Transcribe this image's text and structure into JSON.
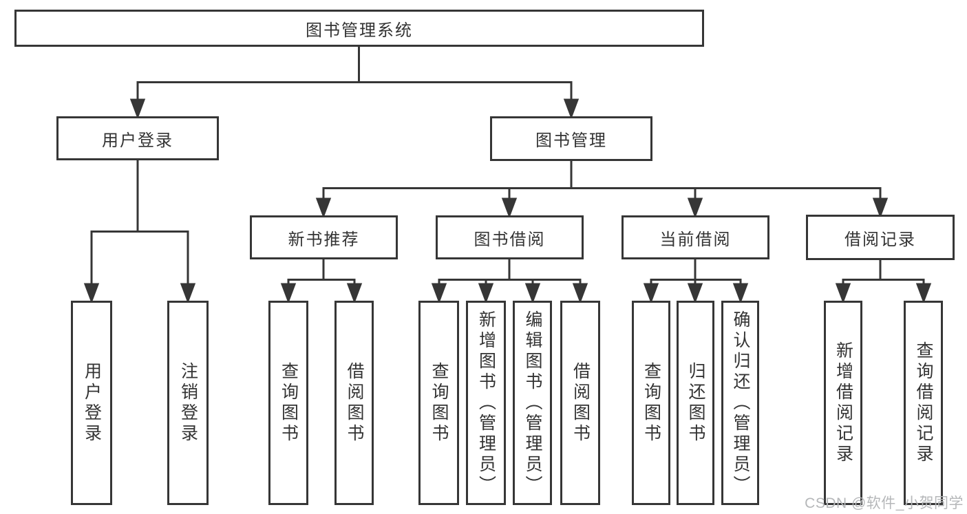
{
  "diagram": {
    "type": "hierarchy-tree",
    "background_color": "#ffffff",
    "line_color": "#363636",
    "text_color": "#333333",
    "watermark_color": "#b5b7b9",
    "nodes": {
      "root": "图书管理系统",
      "level1": [
        "用户登录",
        "图书管理"
      ],
      "level2": [
        "新书推荐",
        "图书借阅",
        "当前借阅",
        "借阅记录"
      ],
      "leaves": {
        "user_login": [
          "用户登录",
          "注销登录"
        ],
        "new_book": [
          "查询图书",
          "借阅图书"
        ],
        "book_borrow": [
          "查询图书",
          "新增图书（管理员）",
          "编辑图书（管理员）",
          "借阅图书"
        ],
        "current_borrow": [
          "查询图书",
          "归还图书",
          "确认归还（管理员）"
        ],
        "borrow_record": [
          "新增借阅记录",
          "查询借阅记录"
        ]
      }
    },
    "structure": [
      {
        "parent": "图书管理系统",
        "children": [
          "用户登录",
          "图书管理"
        ]
      },
      {
        "parent": "用户登录",
        "children": [
          "用户登录",
          "注销登录"
        ]
      },
      {
        "parent": "图书管理",
        "children": [
          "新书推荐",
          "图书借阅",
          "当前借阅",
          "借阅记录"
        ]
      },
      {
        "parent": "新书推荐",
        "children": [
          "查询图书",
          "借阅图书"
        ]
      },
      {
        "parent": "图书借阅",
        "children": [
          "查询图书",
          "新增图书（管理员）",
          "编辑图书（管理员）",
          "借阅图书"
        ]
      },
      {
        "parent": "当前借阅",
        "children": [
          "查询图书",
          "归还图书",
          "确认归还（管理员）"
        ]
      },
      {
        "parent": "借阅记录",
        "children": [
          "新增借阅记录",
          "查询借阅记录"
        ]
      }
    ],
    "watermark": "CSDN @软件_小贺同学"
  }
}
